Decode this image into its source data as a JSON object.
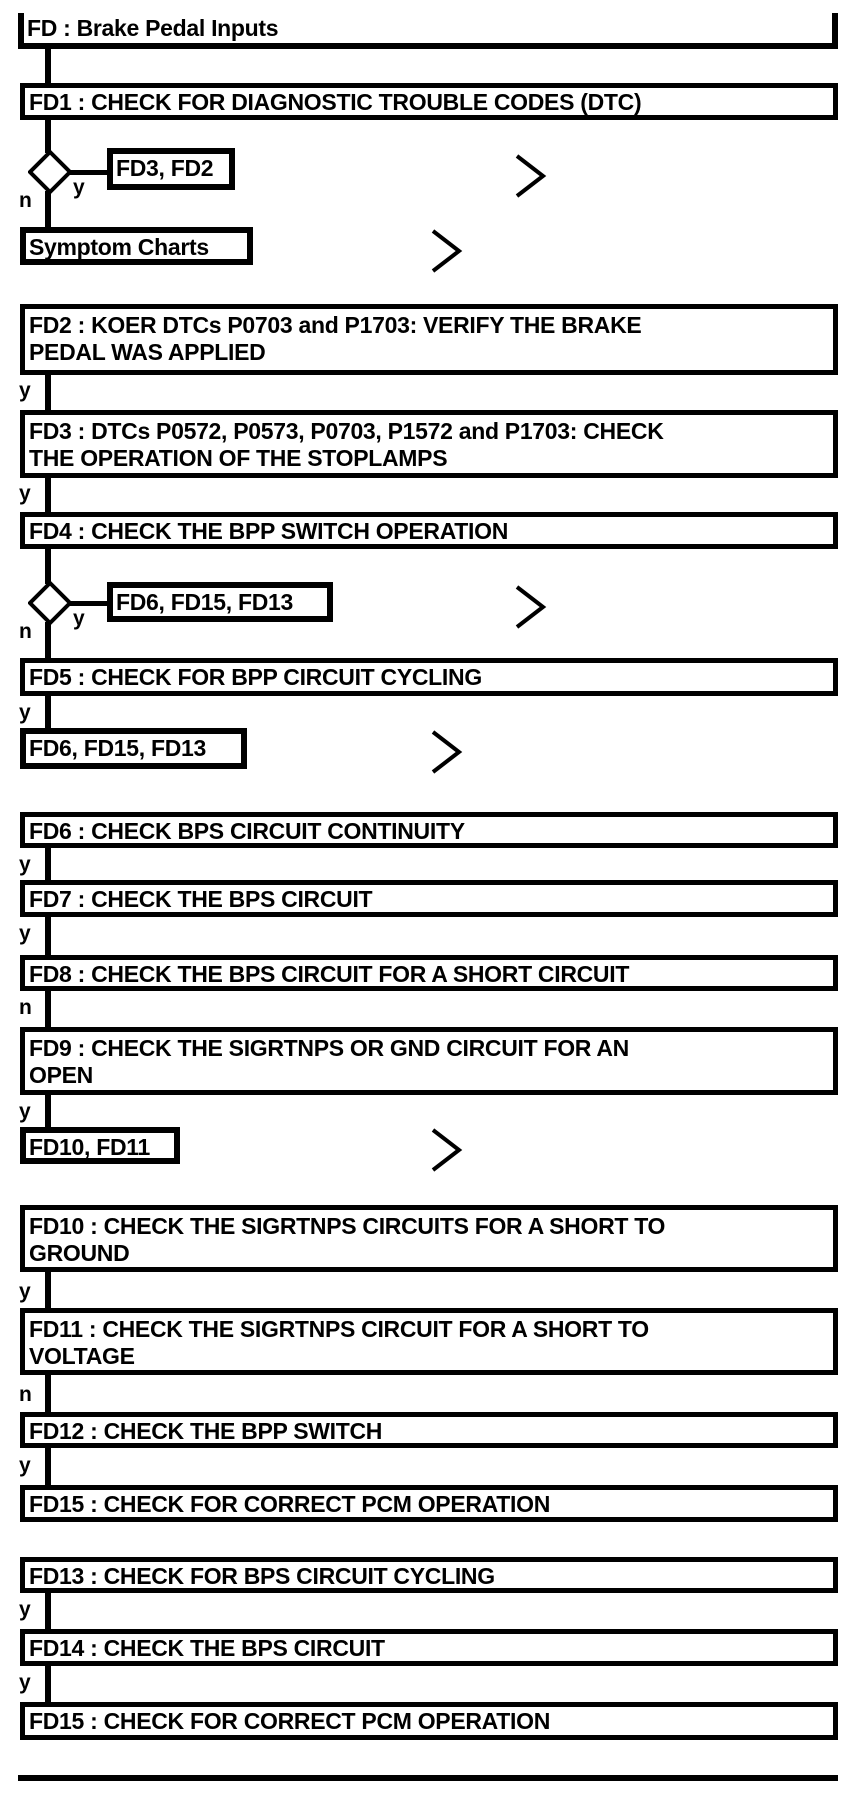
{
  "diagram": {
    "title": "FD : Brake Pedal Inputs",
    "decision_labels": {
      "yes": "y",
      "no": "n"
    },
    "colors": {
      "ink": "#000000",
      "background": "#ffffff"
    },
    "steps": {
      "fd1": {
        "label": "FD1 : CHECK FOR DIAGNOSTIC TROUBLE CODES (DTC)"
      },
      "fd2": {
        "line1": "FD2 : KOER DTCs P0703 and P1703: VERIFY THE BRAKE",
        "line2": "PEDAL WAS APPLIED"
      },
      "fd3": {
        "line1": "FD3 : DTCs P0572, P0573, P0703, P1572 and P1703: CHECK",
        "line2": "THE OPERATION OF THE STOPLAMPS"
      },
      "fd4": {
        "label": "FD4 : CHECK THE BPP SWITCH OPERATION"
      },
      "fd5": {
        "label": "FD5 : CHECK FOR BPP CIRCUIT CYCLING"
      },
      "fd6": {
        "label": "FD6 : CHECK BPS CIRCUIT CONTINUITY"
      },
      "fd7": {
        "label": "FD7 : CHECK THE BPS CIRCUIT"
      },
      "fd8": {
        "label": "FD8 : CHECK THE BPS CIRCUIT FOR A SHORT CIRCUIT"
      },
      "fd9": {
        "line1": "FD9 : CHECK THE SIGRTNPS OR GND CIRCUIT FOR AN",
        "line2": "OPEN"
      },
      "fd10": {
        "line1": "FD10 : CHECK THE SIGRTNPS CIRCUITS FOR A SHORT TO",
        "line2": "GROUND"
      },
      "fd11": {
        "line1": "FD11 : CHECK THE SIGRTNPS CIRCUIT FOR A SHORT TO",
        "line2": "VOLTAGE"
      },
      "fd12": {
        "label": "FD12 : CHECK THE BPP SWITCH"
      },
      "fd15a": {
        "label": "FD15 : CHECK FOR CORRECT PCM OPERATION"
      },
      "fd13": {
        "label": "FD13 : CHECK FOR BPS CIRCUIT CYCLING"
      },
      "fd14": {
        "label": "FD14 : CHECK THE BPS CIRCUIT"
      },
      "fd15b": {
        "label": "FD15 : CHECK FOR CORRECT PCM OPERATION"
      }
    },
    "references": {
      "dtc_yes": "FD3, FD2",
      "symptom_charts": "Symptom Charts",
      "bpp_yes": "FD6, FD15, FD13",
      "bpp_cycling_yes": "FD6, FD15, FD13",
      "sigrtnps_yes": "FD10, FD11"
    }
  }
}
